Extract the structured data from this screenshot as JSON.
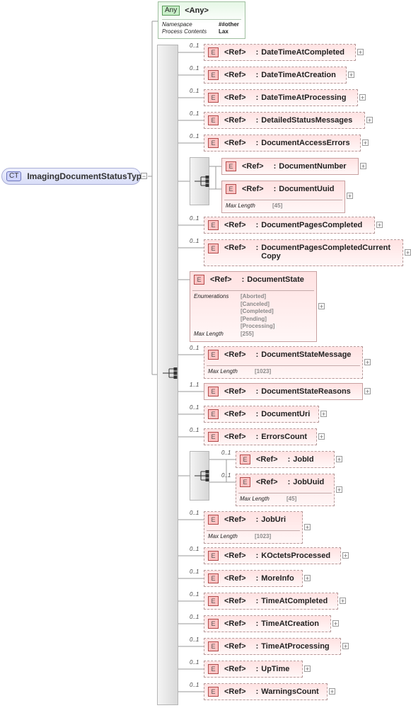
{
  "root": {
    "badge": "CT",
    "label": "ImagingDocumentStatusType"
  },
  "any": {
    "badge": "Any",
    "title": "<Any>",
    "props": [
      {
        "k": "Namespace",
        "v": "##other"
      },
      {
        "k": "Process Contents",
        "v": "Lax"
      }
    ]
  },
  "elements": [
    {
      "badge": "E",
      "ref": "<Ref>",
      "colon": ":",
      "name": "DateTimeAtCompleted",
      "card": "0..1",
      "optional": true
    },
    {
      "badge": "E",
      "ref": "<Ref>",
      "colon": ":",
      "name": "DateTimeAtCreation",
      "card": "0..1",
      "optional": true
    },
    {
      "badge": "E",
      "ref": "<Ref>",
      "colon": ":",
      "name": "DateTimeAtProcessing",
      "card": "0..1",
      "optional": true
    },
    {
      "badge": "E",
      "ref": "<Ref>",
      "colon": ":",
      "name": "DetailedStatusMessages",
      "card": "0..1",
      "optional": true
    },
    {
      "badge": "E",
      "ref": "<Ref>",
      "colon": ":",
      "name": "DocumentAccessErrors",
      "card": "0..1",
      "optional": true
    },
    {
      "badge": "E",
      "ref": "<Ref>",
      "colon": ":",
      "name": "DocumentNumber",
      "card": "",
      "optional": false
    },
    {
      "badge": "E",
      "ref": "<Ref>",
      "colon": ":",
      "name": "DocumentUuid",
      "card": "",
      "optional": false,
      "props": [
        {
          "k": "Max Length",
          "v": "[45]"
        }
      ]
    },
    {
      "badge": "E",
      "ref": "<Ref>",
      "colon": ":",
      "name": "DocumentPagesCompleted",
      "card": "0..1",
      "optional": true
    },
    {
      "badge": "E",
      "ref": "<Ref>",
      "colon": ":",
      "name": "DocumentPagesCompletedCurrent Copy",
      "card": "0..1",
      "optional": true
    },
    {
      "badge": "E",
      "ref": "<Ref>",
      "colon": ":",
      "name": "DocumentState",
      "card": "",
      "optional": false,
      "props": [
        {
          "k": "Enumerations",
          "v": [
            "[Aborted]",
            "[Canceled]",
            "[Completed]",
            "[Pending]",
            "[Processing]"
          ]
        },
        {
          "k": "Max Length",
          "v": "[255]"
        }
      ]
    },
    {
      "badge": "E",
      "ref": "<Ref>",
      "colon": ":",
      "name": "DocumentStateMessage",
      "card": "0..1",
      "optional": true,
      "props": [
        {
          "k": "Max Length",
          "v": "[1023]"
        }
      ]
    },
    {
      "badge": "E",
      "ref": "<Ref>",
      "colon": ":",
      "name": "DocumentStateReasons",
      "card": "1..1",
      "optional": false
    },
    {
      "badge": "E",
      "ref": "<Ref>",
      "colon": ":",
      "name": "DocumentUri",
      "card": "0..1",
      "optional": true
    },
    {
      "badge": "E",
      "ref": "<Ref>",
      "colon": ":",
      "name": "ErrorsCount",
      "card": "0..1",
      "optional": true
    },
    {
      "badge": "E",
      "ref": "<Ref>",
      "colon": ":",
      "name": "JobId",
      "card": "0..1",
      "optional": true
    },
    {
      "badge": "E",
      "ref": "<Ref>",
      "colon": ":",
      "name": "JobUuid",
      "card": "0..1",
      "optional": true,
      "props": [
        {
          "k": "Max Length",
          "v": "[45]"
        }
      ]
    },
    {
      "badge": "E",
      "ref": "<Ref>",
      "colon": ":",
      "name": "JobUri",
      "card": "0..1",
      "optional": true,
      "props": [
        {
          "k": "Max Length",
          "v": "[1023]"
        }
      ]
    },
    {
      "badge": "E",
      "ref": "<Ref>",
      "colon": ":",
      "name": "KOctetsProcessed",
      "card": "0..1",
      "optional": true
    },
    {
      "badge": "E",
      "ref": "<Ref>",
      "colon": ":",
      "name": "MoreInfo",
      "card": "0..1",
      "optional": true
    },
    {
      "badge": "E",
      "ref": "<Ref>",
      "colon": ":",
      "name": "TimeAtCompleted",
      "card": "0..1",
      "optional": true
    },
    {
      "badge": "E",
      "ref": "<Ref>",
      "colon": ":",
      "name": "TimeAtCreation",
      "card": "0..1",
      "optional": true
    },
    {
      "badge": "E",
      "ref": "<Ref>",
      "colon": ":",
      "name": "TimeAtProcessing",
      "card": "0..1",
      "optional": true
    },
    {
      "badge": "E",
      "ref": "<Ref>",
      "colon": ":",
      "name": "UpTime",
      "card": "0..1",
      "optional": true
    },
    {
      "badge": "E",
      "ref": "<Ref>",
      "colon": ":",
      "name": "WarningsCount",
      "card": "0..1",
      "optional": true
    }
  ]
}
